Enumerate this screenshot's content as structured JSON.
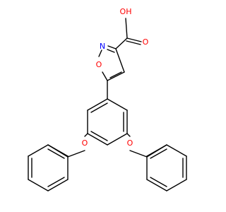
{
  "molecule": {
    "atom_labels": {
      "hydroxyl_oh": "OH",
      "carbonyl_o": "O",
      "ring_n": "N",
      "ring_o": "O",
      "ether_o_left": "O",
      "ether_o_right": "O"
    },
    "colors": {
      "bond": "#000000",
      "oxygen": "#ff0000",
      "nitrogen": "#0000ff",
      "background": "#ffffff"
    }
  }
}
